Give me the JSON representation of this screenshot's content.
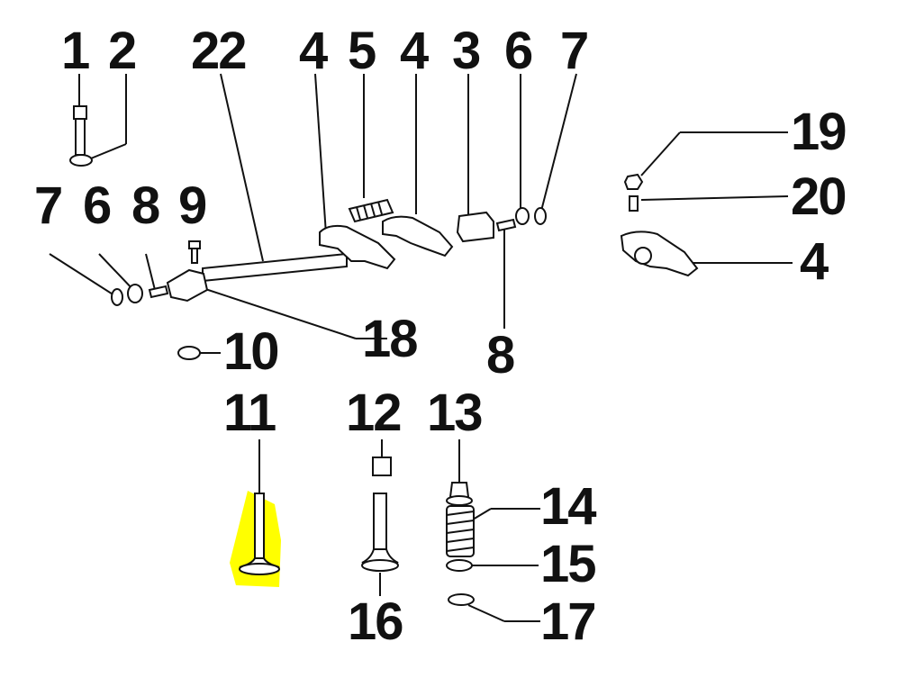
{
  "diagram": {
    "highlight_color": "#ffff00",
    "line_color": "#111111",
    "labels": {
      "top_1": "1",
      "top_2": "2",
      "top_22": "22",
      "top_4a": "4",
      "top_5": "5",
      "top_4b": "4",
      "top_3": "3",
      "top_6": "6",
      "top_7": "7",
      "right_19": "19",
      "right_20": "20",
      "right_4": "4",
      "left_7": "7",
      "left_6": "6",
      "left_8": "8",
      "left_9": "9",
      "mid_10": "10",
      "mid_18": "18",
      "mid_8": "8",
      "low_11": "11",
      "low_12": "12",
      "low_13": "13",
      "low_14": "14",
      "low_15": "15",
      "low_16": "16",
      "low_17": "17"
    }
  }
}
